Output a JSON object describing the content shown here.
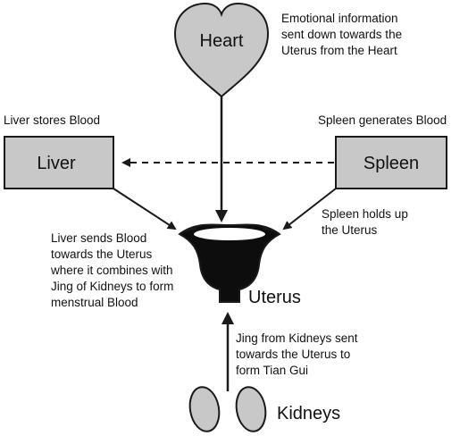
{
  "nodes": {
    "heart": "Heart",
    "liver": "Liver",
    "spleen": "Spleen",
    "uterus": "Uterus",
    "kidneys": "Kidneys"
  },
  "annotations": {
    "heart_note": [
      "Emotional information",
      "sent down towards the",
      "Uterus from the Heart"
    ],
    "liver_stores": "Liver stores Blood",
    "spleen_generates": "Spleen generates Blood",
    "spleen_holds": [
      "Spleen holds up",
      "the Uterus"
    ],
    "liver_sends": [
      "Liver sends Blood",
      "towards the Uterus",
      "where it combines with",
      "Jing of Kidneys to form",
      "menstrual Blood"
    ],
    "kidney_jing": [
      "Jing from Kidneys sent",
      "towards the Uterus to",
      "form Tian Gui"
    ]
  },
  "colors": {
    "organ_fill": "#c8c8c8",
    "stroke": "#1a1a1a",
    "uterus_fill": "#0d0d0d"
  }
}
